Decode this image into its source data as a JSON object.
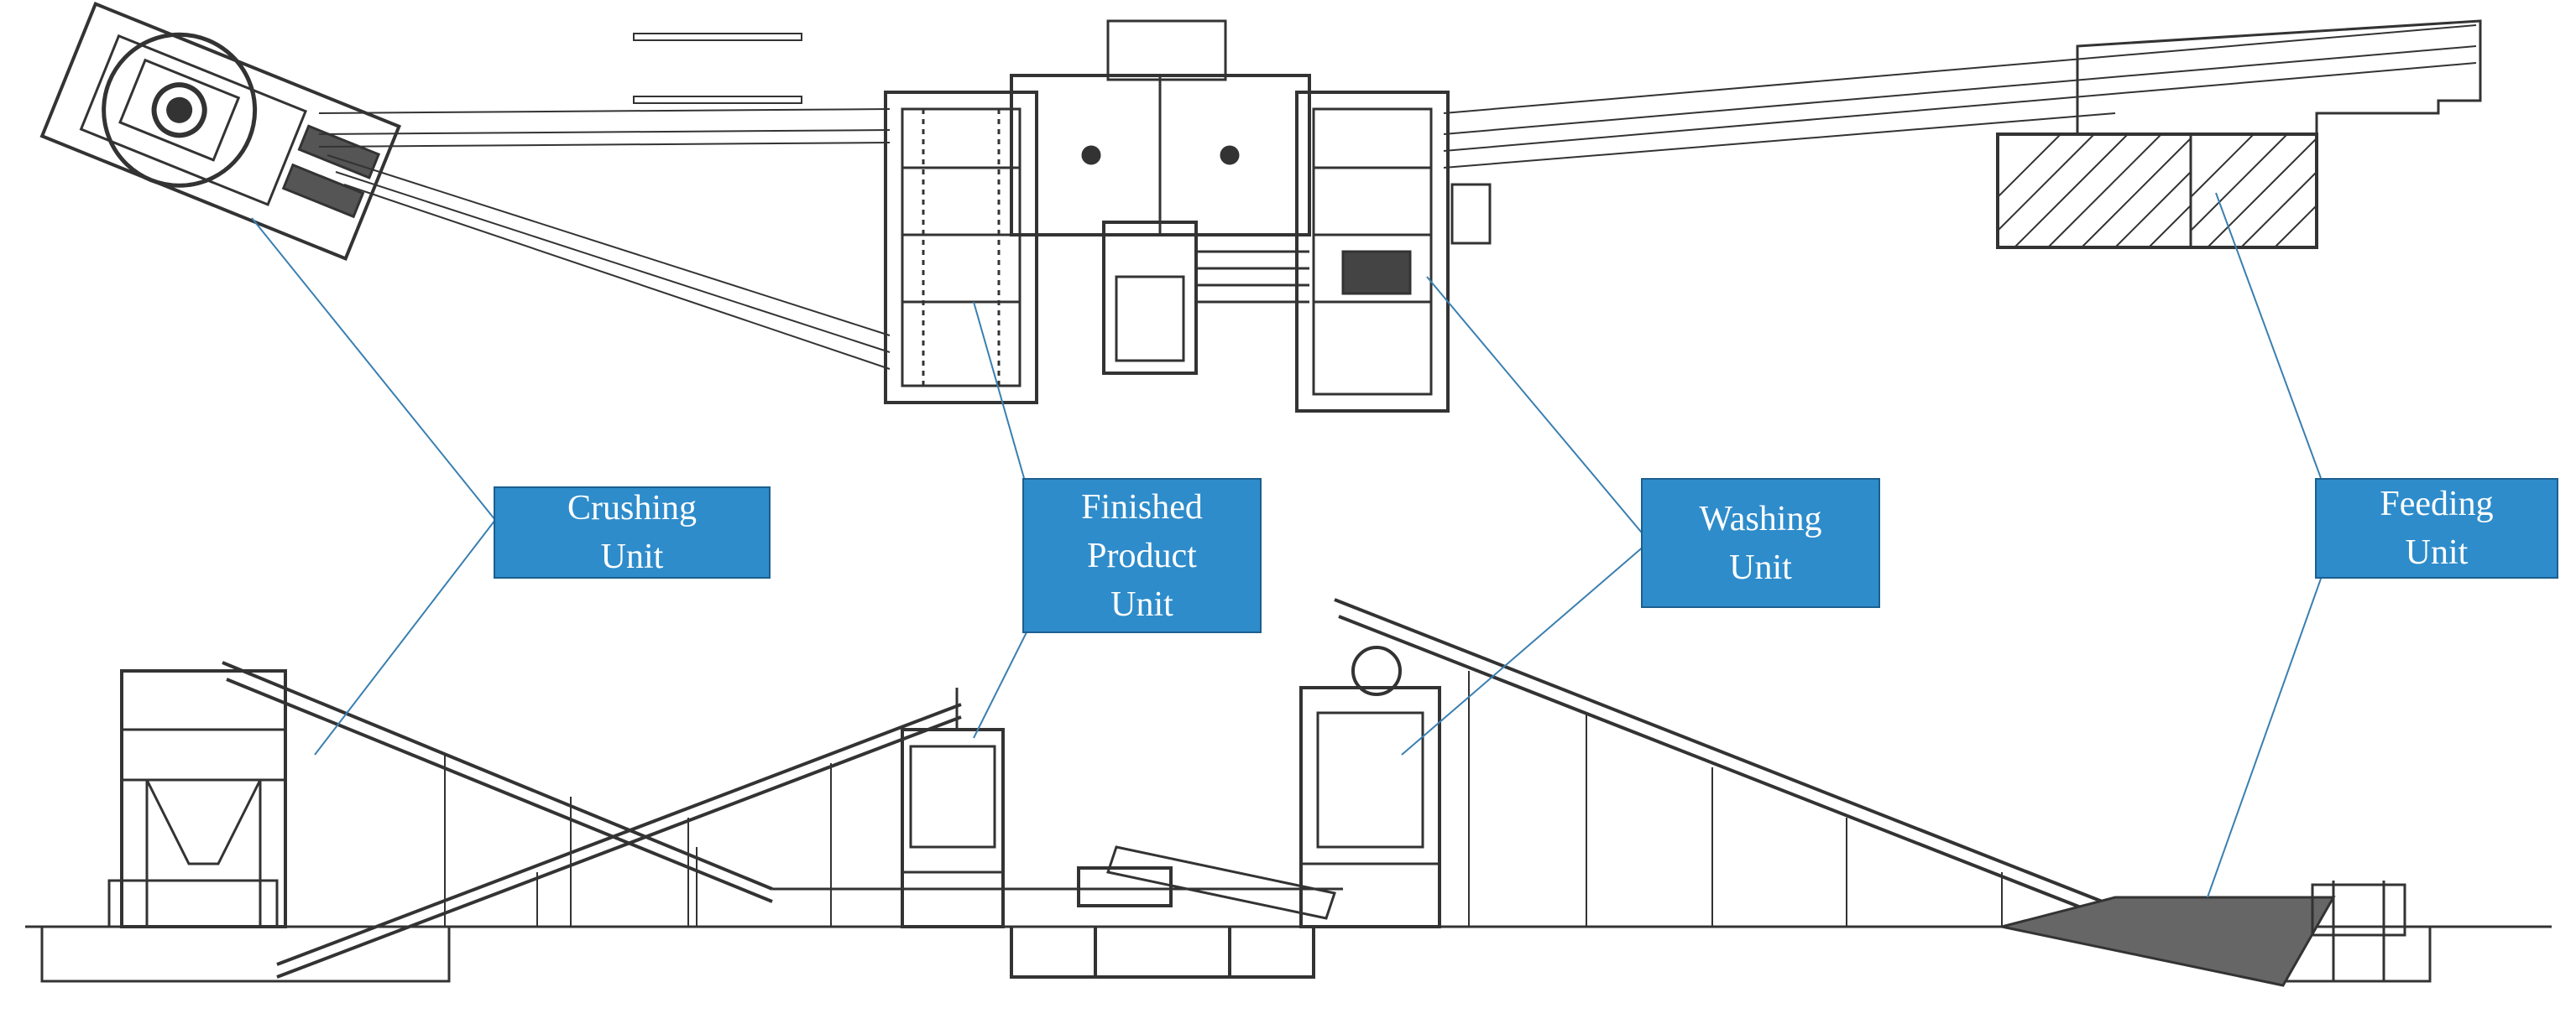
{
  "diagram": {
    "labels": {
      "crushing": [
        "Crushing",
        "Unit"
      ],
      "finished": [
        "Finished",
        "Product",
        "Unit"
      ],
      "washing": [
        "Washing",
        "Unit"
      ],
      "feeding": [
        "Feeding",
        "Unit"
      ]
    },
    "colors": {
      "label_fill": "#2e8ccb",
      "leader_line": "#3a7fb0",
      "drawing_line": "#333333"
    }
  }
}
